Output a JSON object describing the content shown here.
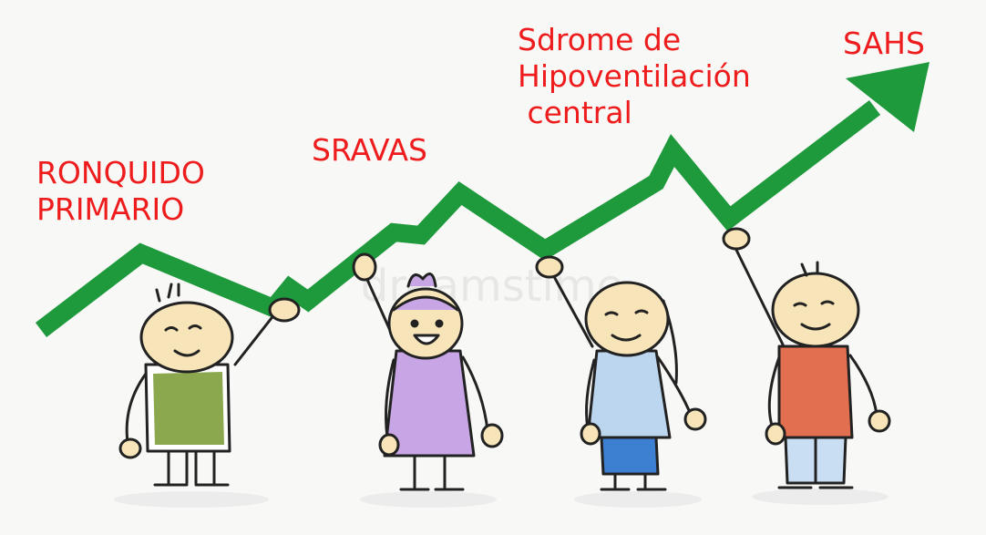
{
  "labels": {
    "ronquido": "RONQUIDO\nPRIMARIO",
    "sravas": "SRAVAS",
    "hipoventilacion": "Sdrome de\nHipoventilación\n central",
    "sahs": "SAHS"
  },
  "watermark": "dreamstime",
  "colors": {
    "text": "#ee1c1c",
    "arrow": "#1e9a3c",
    "shirt_1": "#7f9f3c",
    "shirt_2": "#c8a6e6",
    "shirt_3": "#bcd6ef",
    "shirt_4": "#e26f4f",
    "skin": "#f7e4b9"
  }
}
